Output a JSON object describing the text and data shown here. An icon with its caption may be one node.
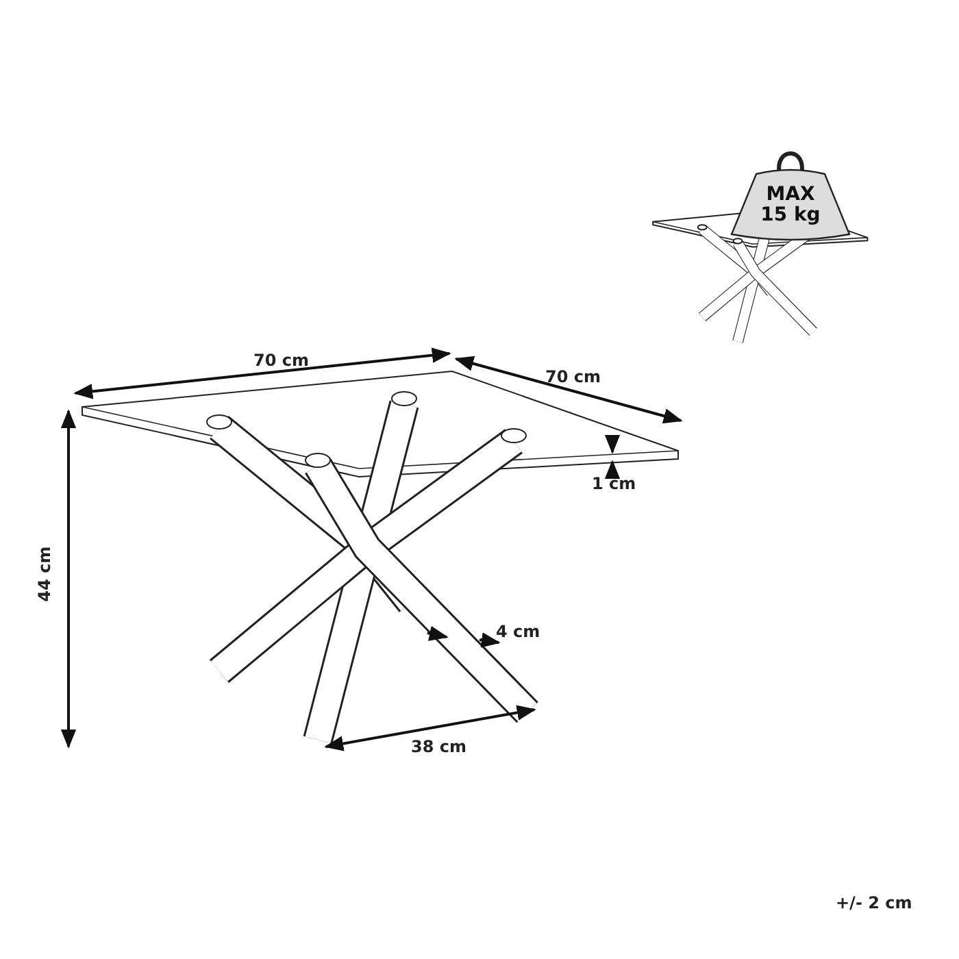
{
  "diagram": {
    "nodes": [
      {
        "text": [
          "MAX 15 kg"
        ]
      }
    ],
    "labels": [
      "70 cm",
      "70 cm",
      "1 cm",
      "44 cm",
      "4 cm",
      "38 cm",
      "+/- 2 cm"
    ]
  }
}
